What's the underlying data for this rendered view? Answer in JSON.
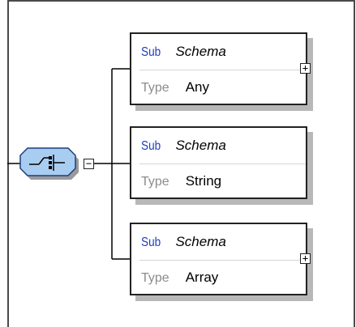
{
  "diagram": {
    "compositor": {
      "name": "sequence-compositor",
      "collapse_symbol": "−"
    },
    "schemas": [
      {
        "sub_label": "Sub",
        "schema_label": "Schema",
        "type_label": "Type",
        "type_value": "Any",
        "expander": "+"
      },
      {
        "sub_label": "Sub",
        "schema_label": "Schema",
        "type_label": "Type",
        "type_value": "String",
        "expander": ""
      },
      {
        "sub_label": "Sub",
        "schema_label": "Schema",
        "type_label": "Type",
        "type_value": "Array",
        "expander": "+"
      }
    ]
  },
  "colors": {
    "compositor_fill": "#a9cdf0",
    "compositor_border": "#1c3f7a",
    "sub_text": "#1f3fbf",
    "type_text": "#8c8c8c",
    "shadow": "#b8b8b8"
  }
}
